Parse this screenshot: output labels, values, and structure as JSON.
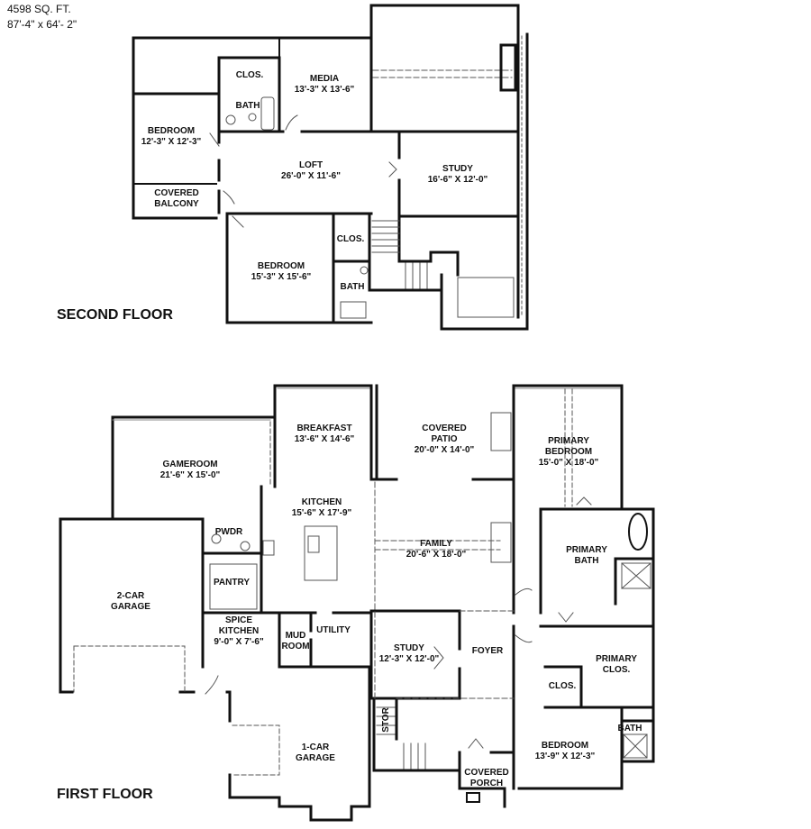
{
  "header": {
    "area": "4598 SQ. FT.",
    "dimensions": "87'-4\" x 64'- 2\""
  },
  "second_floor": {
    "title": "SECOND FLOOR",
    "rooms": [
      {
        "name": "MEDIA",
        "size": "13'-3\" X 13'-6\""
      },
      {
        "name": "CLOS.",
        "size": ""
      },
      {
        "name": "BATH",
        "size": ""
      },
      {
        "name": "BEDROOM",
        "size": "12'-3\" X 12'-3\""
      },
      {
        "name": "LOFT",
        "size": "26'-0\" X 11'-6\""
      },
      {
        "name": "STUDY",
        "size": "16'-6\" X 12'-0\""
      },
      {
        "name": "COVERED",
        "name2": "BALCONY",
        "size": ""
      },
      {
        "name": "CLOS.",
        "size": ""
      },
      {
        "name": "BEDROOM",
        "size": "15'-3\" X 15'-6\""
      },
      {
        "name": "BATH",
        "size": ""
      }
    ]
  },
  "first_floor": {
    "title": "FIRST FLOOR",
    "rooms": [
      {
        "name": "BREAKFAST",
        "size": "13'-6\" X 14'-6\""
      },
      {
        "name": "COVERED",
        "name2": "PATIO",
        "size": "20'-0\" X 14'-0\""
      },
      {
        "name": "PRIMARY",
        "name2": "BEDROOM",
        "size": "15'-0\" X 18'-0\""
      },
      {
        "name": "GAMEROOM",
        "size": "21'-6\" X 15'-0\""
      },
      {
        "name": "KITCHEN",
        "size": "15'-6\" X 17'-9\""
      },
      {
        "name": "PWDR",
        "size": ""
      },
      {
        "name": "FAMILY",
        "size": "20'-6\" X 18'-0\""
      },
      {
        "name": "PRIMARY",
        "name2": "BATH",
        "size": ""
      },
      {
        "name": "2-CAR",
        "name2": "GARAGE",
        "size": ""
      },
      {
        "name": "PANTRY",
        "size": ""
      },
      {
        "name": "SPICE",
        "name2": "KITCHEN",
        "size": "9'-0\" X 7'-6\""
      },
      {
        "name": "MUD",
        "name2": "ROOM",
        "size": ""
      },
      {
        "name": "UTILITY",
        "size": ""
      },
      {
        "name": "STUDY",
        "size": "12'-3\" X 12'-0\""
      },
      {
        "name": "FOYER",
        "size": ""
      },
      {
        "name": "PRIMARY",
        "name2": "CLOS.",
        "size": ""
      },
      {
        "name": "CLOS.",
        "size": ""
      },
      {
        "name": "1-CAR",
        "name2": "GARAGE",
        "size": ""
      },
      {
        "name": "STOR",
        "size": ""
      },
      {
        "name": "BEDROOM",
        "size": "13'-9\" X 12'-3\""
      },
      {
        "name": "BATH",
        "size": ""
      },
      {
        "name": "COVERED",
        "name2": "PORCH",
        "size": ""
      }
    ]
  }
}
